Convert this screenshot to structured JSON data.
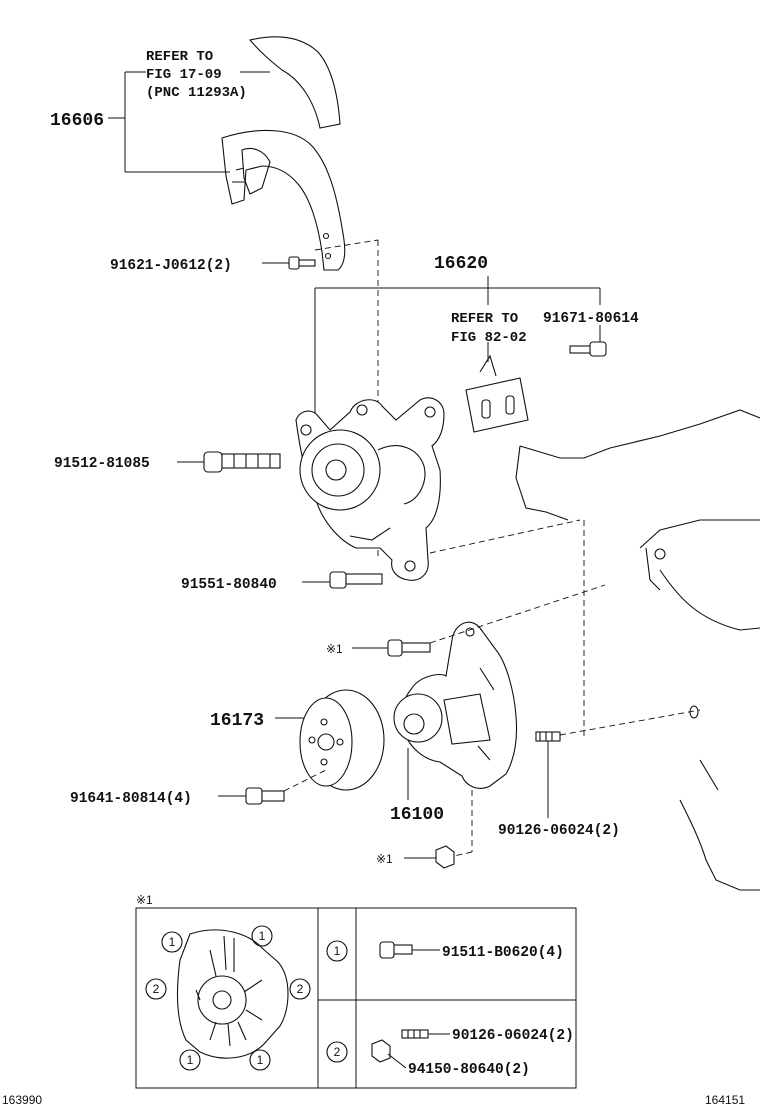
{
  "refer_1": {
    "line1": "REFER TO",
    "line2": "FIG 17-09",
    "line3": "(PNC 11293A)"
  },
  "refer_2": {
    "line1": "REFER TO",
    "line2": "FIG 82-02"
  },
  "parts": {
    "p16606": "16606",
    "p91621": "91621-J0612(2)",
    "p16620": "16620",
    "p91671": "91671-80614",
    "p91512": "91512-81085",
    "p91551": "91551-80840",
    "p16173": "16173",
    "p91641": "91641-80814(4)",
    "p16100": "16100",
    "p90126": "90126-06024(2)"
  },
  "marks": {
    "note_mark": "※1"
  },
  "detail": {
    "title": "※1",
    "circle_1": "1",
    "circle_2": "2",
    "row1_part": "91511-B0620(4)",
    "row2_part_a": "90126-06024(2)",
    "row2_part_b": "94150-80640(2)"
  },
  "footer": {
    "left_code": "163990",
    "right_code": "164151"
  }
}
